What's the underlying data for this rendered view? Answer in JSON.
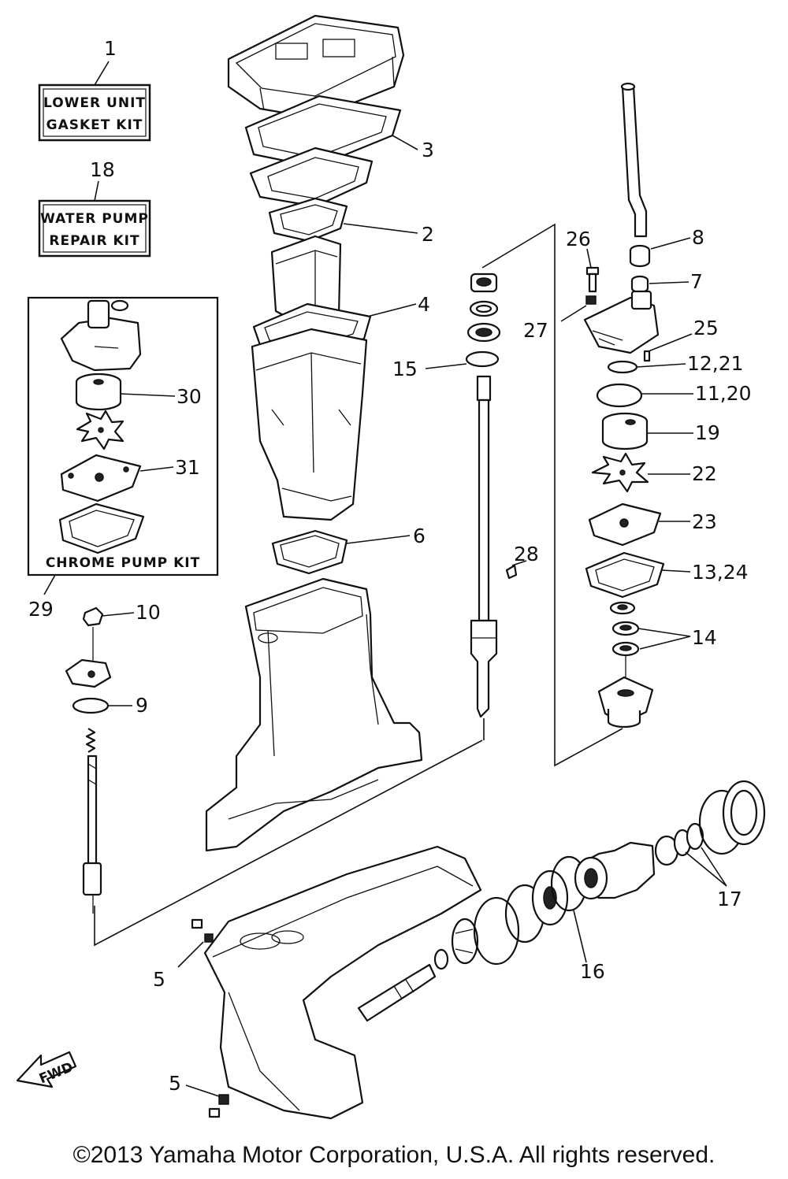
{
  "kits": {
    "lower_unit": {
      "number": "1",
      "line1": "LOWER UNIT",
      "line2": "GASKET KIT"
    },
    "water_pump": {
      "number": "18",
      "line1": "WATER PUMP",
      "line2": "REPAIR KIT"
    },
    "chrome_pump": {
      "number": "29",
      "label": "CHROME PUMP KIT"
    }
  },
  "callouts": {
    "n2": "2",
    "n3": "3",
    "n4": "4",
    "n5a": "5",
    "n5b": "5",
    "n6": "6",
    "n7": "7",
    "n8": "8",
    "n9": "9",
    "n10": "10",
    "n11_20": "11,20",
    "n12_21": "12,21",
    "n13_24": "13,24",
    "n14": "14",
    "n15": "15",
    "n16": "16",
    "n17": "17",
    "n19": "19",
    "n22": "22",
    "n23": "23",
    "n25": "25",
    "n26": "26",
    "n27": "27",
    "n28": "28",
    "n30": "30",
    "n31": "31"
  },
  "fwd_label": "FWD",
  "copyright": "©2013 Yamaha Motor Corporation, U.S.A. All rights reserved."
}
